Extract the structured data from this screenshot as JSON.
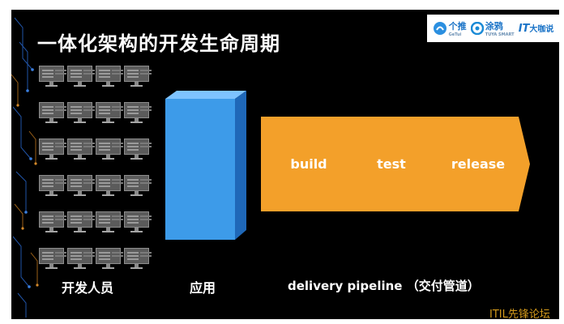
{
  "slide": {
    "title": "一体化架构的开发生命周期",
    "dev_label": "开发人员",
    "app_label": "应用",
    "pipeline_label": "delivery pipeline （交付管道）",
    "pipeline_steps": [
      "build",
      "test",
      "release"
    ]
  },
  "logos": {
    "getui": "个推",
    "getui_sub": "GeTui",
    "tuya": "涂鸦",
    "tuya_sub": "TUYA SMART",
    "it_talk": "IT",
    "it_talk_rest": "大咖说"
  },
  "watermark": "ITIL先锋论坛",
  "colors": {
    "background": "#000000",
    "app_box": "#3d9be9",
    "pipeline": "#f3a02a",
    "watermark": "#d49a1b"
  }
}
